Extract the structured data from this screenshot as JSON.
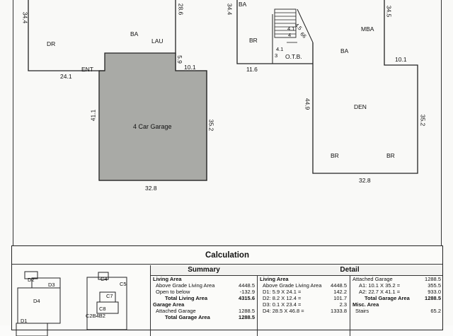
{
  "plan_left": {
    "rooms": {
      "dr": "DR",
      "ba": "BA",
      "lau": "LAU",
      "ent": "ENT",
      "garage": "4 Car Garage"
    },
    "dims": {
      "d_34_4": "34.4",
      "d_28_6": "28.6",
      "d_24_1": "24.1",
      "d_5_9": "5.9",
      "d_10_1": "10.1",
      "d_41_1": "41.1",
      "d_35_2": "35.2",
      "d_32_8": "32.8"
    }
  },
  "plan_right": {
    "rooms": {
      "ba_top": "BA",
      "br_top": "BR",
      "otb": "O.T.B.",
      "mba": "MBA",
      "ba_mid": "BA",
      "den": "DEN",
      "br_left": "BR",
      "br_right": "BR"
    },
    "stair_labels": {
      "s1": "4.1",
      "s2": "4",
      "s3": "4.5",
      "s4": "66",
      "s5": "4.1",
      "s6": "3"
    },
    "dims": {
      "d_34_4": "34.4",
      "d_34_5": "34.5",
      "d_11_6": "11.6",
      "d_10_1": "10.1",
      "d_44_9": "44.9",
      "d_35_2": "35.2",
      "d_32_8": "32.8"
    }
  },
  "calculation": {
    "title": "Calculation",
    "summary": {
      "header": "Summary",
      "rows": [
        {
          "label": "Living Area",
          "value": "",
          "style": "bold"
        },
        {
          "label": "Above Grade Living Area",
          "value": "4448.5",
          "style": "ind"
        },
        {
          "label": "Open to below",
          "value": "-132.9",
          "style": "ind"
        },
        {
          "label": "Total Living Area",
          "value": "4315.6",
          "style": "tot"
        },
        {
          "label": "Garage Area",
          "value": "",
          "style": "bold"
        },
        {
          "label": "Attached Garage",
          "value": "1288.5",
          "style": "ind"
        },
        {
          "label": "Total Garage Area",
          "value": "1288.5",
          "style": "tot"
        }
      ]
    },
    "detail": {
      "header": "Detail",
      "left_rows": [
        {
          "label": "Living Area",
          "value": "",
          "style": "bold"
        },
        {
          "label": "Above Grade Living Area",
          "value": "4448.5",
          "style": "ind"
        },
        {
          "label": "D1: 5.9 X 24.1 =",
          "value": "142.2",
          "style": "ind"
        },
        {
          "label": "D2: 8.2 X 12.4 =",
          "value": "101.7",
          "style": "ind"
        },
        {
          "label": "D3: 0.1 X 23.4 =",
          "value": "2.3",
          "style": "ind"
        },
        {
          "label": "D4: 28.5 X 46.8 =",
          "value": "1333.8",
          "style": "ind"
        }
      ],
      "right_rows": [
        {
          "label": "Attached Garage",
          "value": "1288.5",
          "style": ""
        },
        {
          "label": "A1: 10.1 X 35.2 =",
          "value": "355.5",
          "style": "ind2"
        },
        {
          "label": "A2: 22.7 X 41.1 =",
          "value": "933.0",
          "style": "ind2"
        },
        {
          "label": "Total Garage Area",
          "value": "1288.5",
          "style": "tot"
        },
        {
          "label": "Misc. Area",
          "value": "",
          "style": "bold"
        },
        {
          "label": "Stairs",
          "value": "65.2",
          "style": "ind"
        }
      ]
    },
    "sketch_labels": {
      "d2": "D2",
      "d3": "D3",
      "d4": "D4",
      "d1": "D1",
      "c4": "C4",
      "c5": "C5",
      "c7": "C7",
      "c2b": "C2B4B2",
      "c8": "C8"
    }
  },
  "colors": {
    "garage_fill": "#a9aaa6",
    "line": "#222222"
  }
}
